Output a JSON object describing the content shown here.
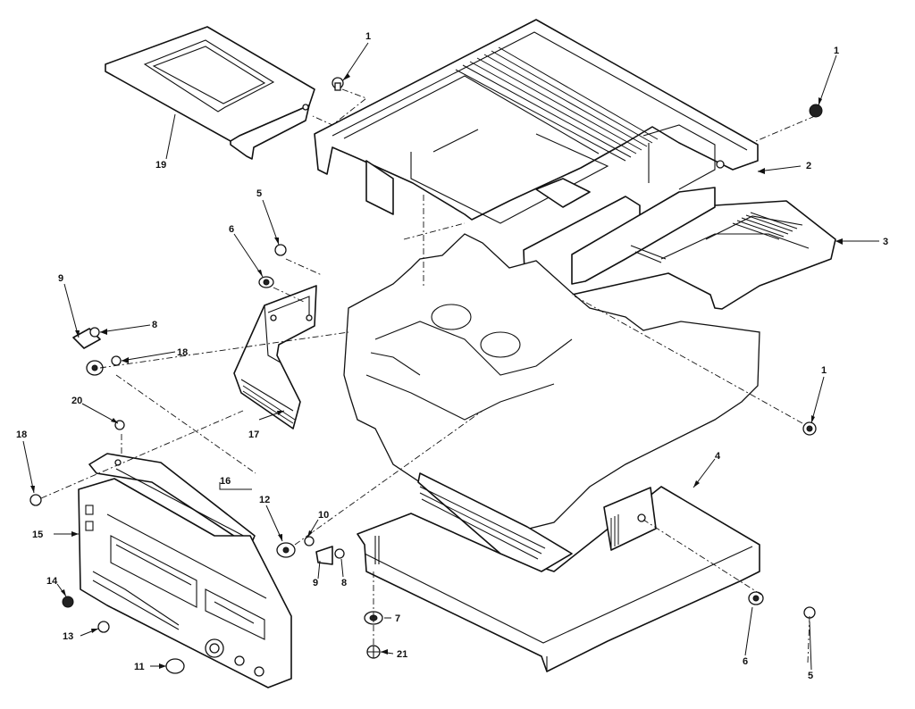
{
  "callouts": {
    "c1a": "1",
    "c1b": "1",
    "c1c": "1",
    "c2": "2",
    "c3": "3",
    "c4": "4",
    "c5a": "5",
    "c5b": "5",
    "c6a": "6",
    "c6b": "6",
    "c7": "7",
    "c8a": "8",
    "c8b": "8",
    "c9a": "9",
    "c9b": "9",
    "c10": "10",
    "c11": "11",
    "c12": "12",
    "c13": "13",
    "c14": "14",
    "c15": "15",
    "c16": "16",
    "c17": "17",
    "c18a": "18",
    "c18b": "18",
    "c19": "19",
    "c20": "20",
    "c21": "21"
  },
  "colors": {
    "line": "#111111",
    "background": "#ffffff"
  }
}
